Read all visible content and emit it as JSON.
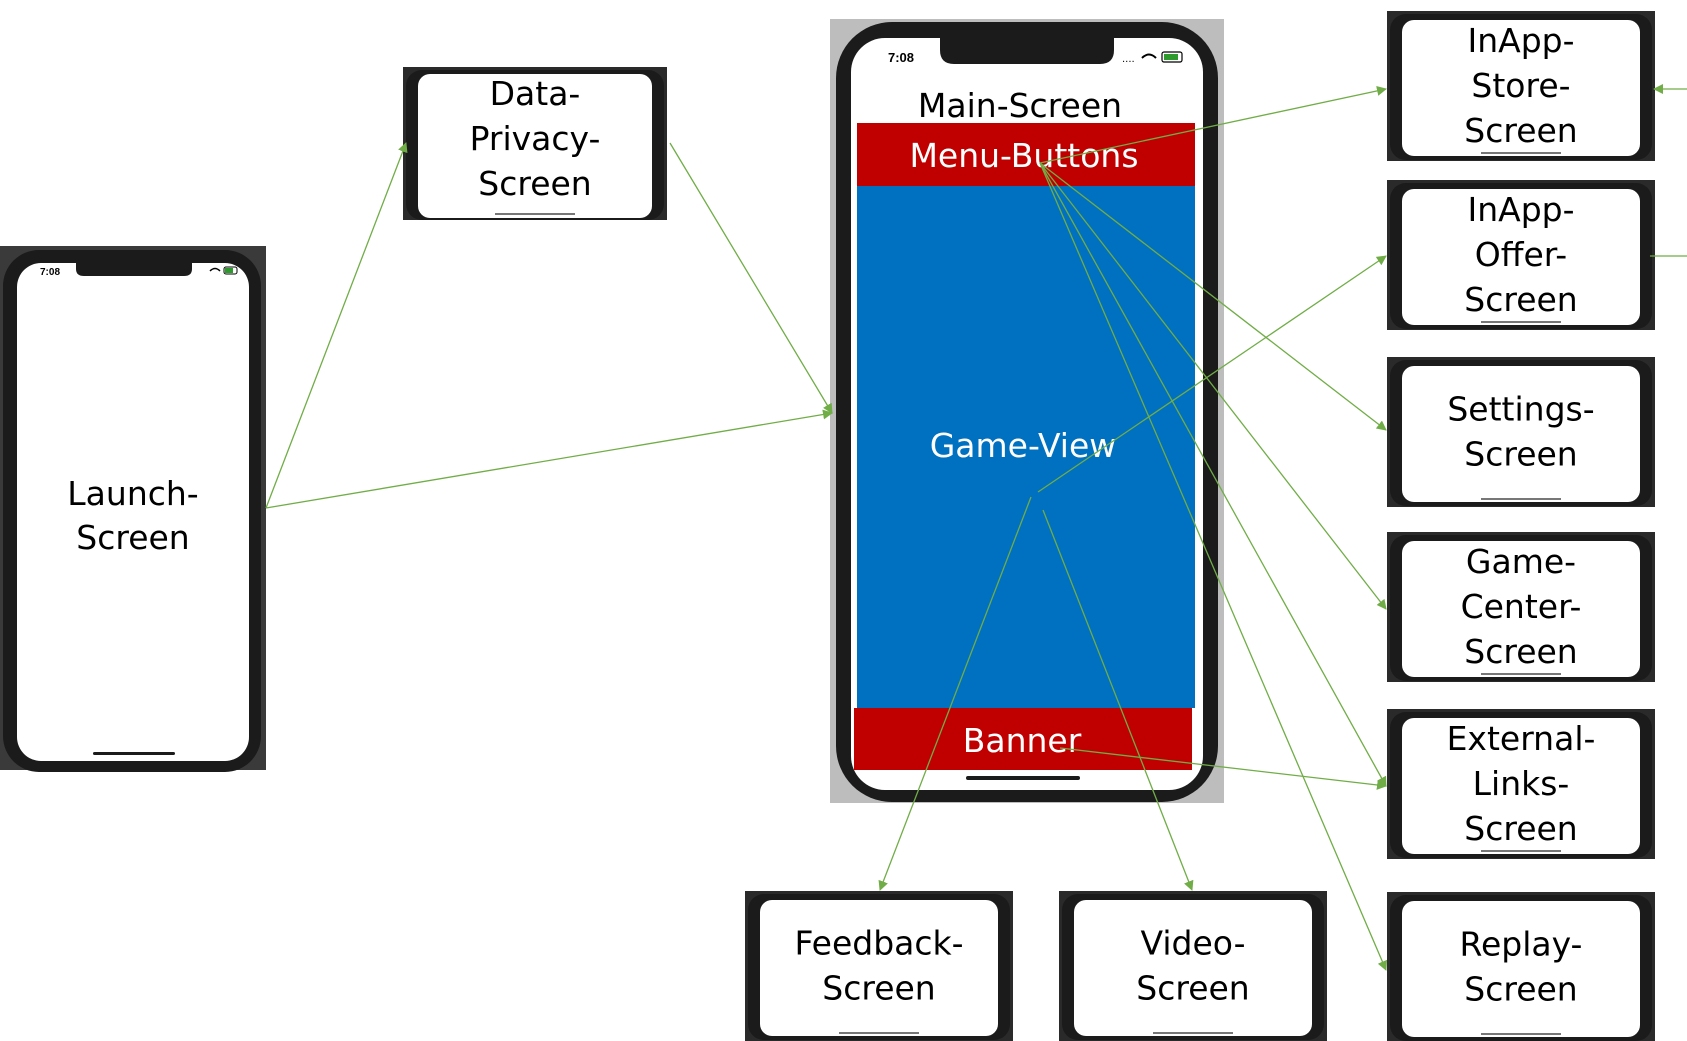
{
  "launch": {
    "time": "7:08",
    "line1": "Launch-",
    "line2": "Screen"
  },
  "privacy": {
    "line1": "Data-",
    "line2": "Privacy-",
    "line3": "Screen"
  },
  "main": {
    "time": "7:08",
    "title": "Main-Screen",
    "menu": "Menu-Buttons",
    "game": "Game-View",
    "banner": "Banner",
    "menu_color": "#c00000",
    "game_color": "#0070c0"
  },
  "right_screens": [
    {
      "lines": [
        "InApp-",
        "Store-",
        "Screen"
      ]
    },
    {
      "lines": [
        "InApp-",
        "Offer-",
        "Screen"
      ]
    },
    {
      "lines": [
        "Settings-",
        "Screen"
      ]
    },
    {
      "lines": [
        "Game-",
        "Center-",
        "Screen"
      ]
    },
    {
      "lines": [
        "External-",
        "Links-",
        "Screen"
      ]
    },
    {
      "lines": [
        "Replay-",
        "Screen"
      ]
    }
  ],
  "bottom_screens": [
    {
      "lines": [
        "Feedback-",
        "Screen"
      ]
    },
    {
      "lines": [
        "Video-",
        "Screen"
      ]
    }
  ],
  "arrow_color": "#70ad47"
}
